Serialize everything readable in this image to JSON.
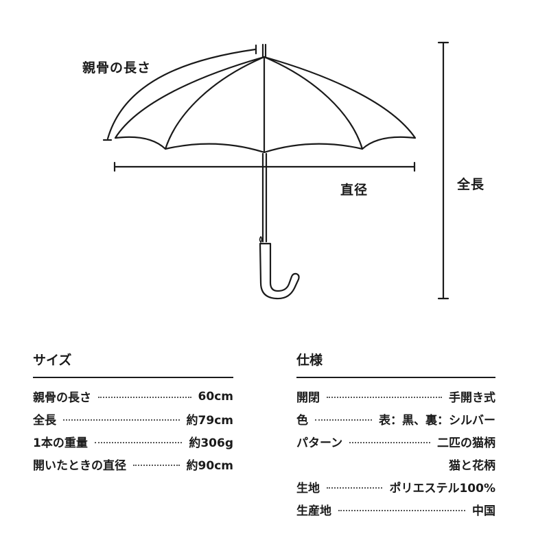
{
  "diagram": {
    "rib_label": "親骨の長さ",
    "diameter_label": "直径",
    "total_label": "全長"
  },
  "size": {
    "heading": "サイズ",
    "rows": [
      {
        "name": "親骨の長さ",
        "value": "60cm"
      },
      {
        "name": "全長",
        "value": "約79cm"
      },
      {
        "name": "1本の重量",
        "value": "約306g"
      },
      {
        "name": "開いたときの直径",
        "value": "約90cm"
      }
    ]
  },
  "spec": {
    "heading": "仕様",
    "rows": [
      {
        "name": "開閉",
        "value": "手開き式"
      },
      {
        "name": "色",
        "value": "表：黒、裏：シルバー"
      },
      {
        "name": "パターン",
        "value": "二匹の猫柄"
      },
      {
        "name": "",
        "value": "猫と花柄"
      },
      {
        "name": "生地",
        "value": "ポリエステル100%"
      },
      {
        "name": "生産地",
        "value": "中国"
      }
    ]
  }
}
